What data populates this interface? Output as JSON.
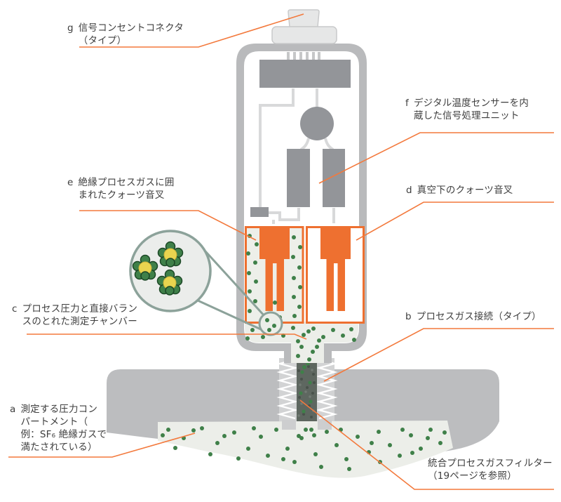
{
  "labels": {
    "g": {
      "letter": "g",
      "line1": "信号コンセントコネクタ",
      "line2": "（タイプ）"
    },
    "f": {
      "letter": "f",
      "line1": "デジタル温度センサーを内",
      "line2": "蔵した信号処理ユニット"
    },
    "e": {
      "letter": "e",
      "line1": "絶縁プロセスガスに囲",
      "line2": "まれたクォーツ音叉"
    },
    "d": {
      "letter": "d",
      "line1": "真空下のクォーツ音叉"
    },
    "c": {
      "letter": "c",
      "line1": "プロセス圧力と直接バラン",
      "line2": "スのとれた測定チャンバー"
    },
    "b": {
      "letter": "b",
      "line1": "プロセスガス接続（タイプ）"
    },
    "a": {
      "letter": "a",
      "line1": "測定する圧力コン",
      "line2": "パートメント（",
      "line3": "例：SF₆ 絶縁ガスで",
      "line4": "満たされている）"
    },
    "filter": {
      "line1": "統合プロセスガスフィルター",
      "line2": "（19ページを参照）"
    }
  },
  "colors": {
    "accent_orange": "#EE7030",
    "leader_orange": "#F3793C",
    "body_grey": "#B9BABC",
    "component_grey": "#939599",
    "light_grey": "#E6E7E7",
    "gas_fill": "#ECEEE9",
    "gas_dot_green": "#3F8049",
    "molecule_yellow": "#E9D44F",
    "magnifier_stroke": "#8CA29A",
    "filter_dark": "#5E6760",
    "text": "#3E3E3E"
  }
}
